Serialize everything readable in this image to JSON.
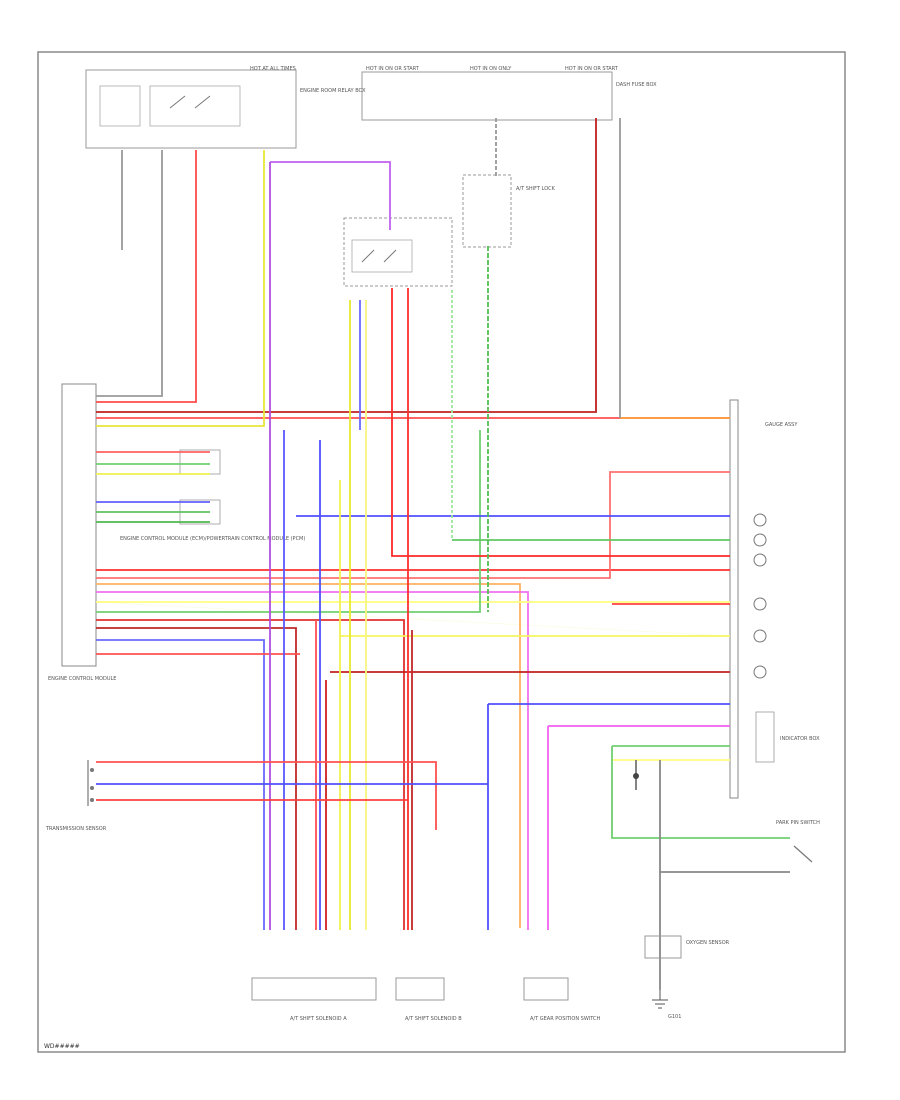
{
  "footer": {
    "code": "WD#####"
  },
  "top_fuses": {
    "left": {
      "caption": "HOT AT ALL TIMES"
    },
    "mid1": {
      "caption": "HOT IN ON OR START"
    },
    "mid2": {
      "caption": "HOT IN ON ONLY"
    },
    "right": {
      "caption": "HOT IN ON OR START"
    }
  },
  "components": {
    "engine_relay_box": "ENGINE ROOM RELAY BOX",
    "fuse_box": "DASH FUSE BOX",
    "ecm": "ENGINE CONTROL MODULE (ECM)/POWERTRAIN CONTROL MODULE (PCM)",
    "ecm_side": "ENGINE CONTROL MODULE",
    "indicator_box": "INDICATOR BOX",
    "gauge": "GAUGE ASSY",
    "o2_sensor": "OXYGEN SENSOR",
    "transmission_sensor": "TRANSMISSION SENSOR",
    "shift_lock": "A/T SHIFT LOCK",
    "shift_solenoid_a": "A/T SHIFT SOLENOID A",
    "shift_solenoid_b": "A/T SHIFT SOLENOID B",
    "gear_position_switch": "A/T GEAR POSITION SWITCH",
    "park_switch": "PARK PIN SWITCH",
    "ground": "G101"
  },
  "wire_colors": {
    "red": "#ff4040",
    "dark_red": "#c01818",
    "blue": "#3c3cff",
    "light_blue": "#7a7aff",
    "yellow": "#f2f230",
    "light_yellow": "#ffff90",
    "green": "#48c848",
    "light_green": "#9af09a",
    "pink": "#f060f0",
    "orange": "#ffa040",
    "gray": "#888888",
    "black": "#222222"
  }
}
